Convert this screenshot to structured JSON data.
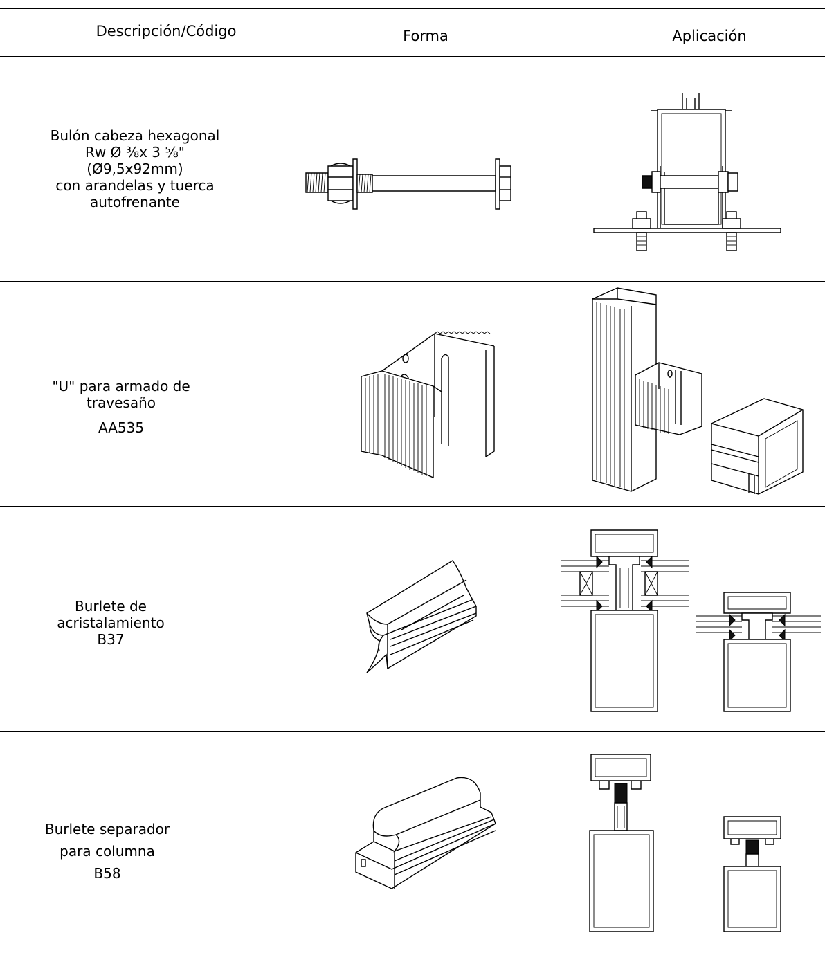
{
  "header": {
    "col1": "Descripción/Código",
    "col2": "Forma",
    "col3": "Aplicación"
  },
  "rows": [
    {
      "lines": [
        "Bulón cabeza hexagonal",
        "Rw Ø ⅜x 3 ⅝\"",
        "(Ø9,5x92mm)",
        "con arandelas y tuerca",
        "autofrenante"
      ]
    },
    {
      "lines": [
        "\"U\" para armado de",
        "travesaño",
        "AA535"
      ]
    },
    {
      "lines": [
        "Burlete de",
        "acristalamiento",
        "B37"
      ]
    },
    {
      "lines": [
        "Burlete separador",
        "para columna",
        "B58"
      ]
    }
  ]
}
